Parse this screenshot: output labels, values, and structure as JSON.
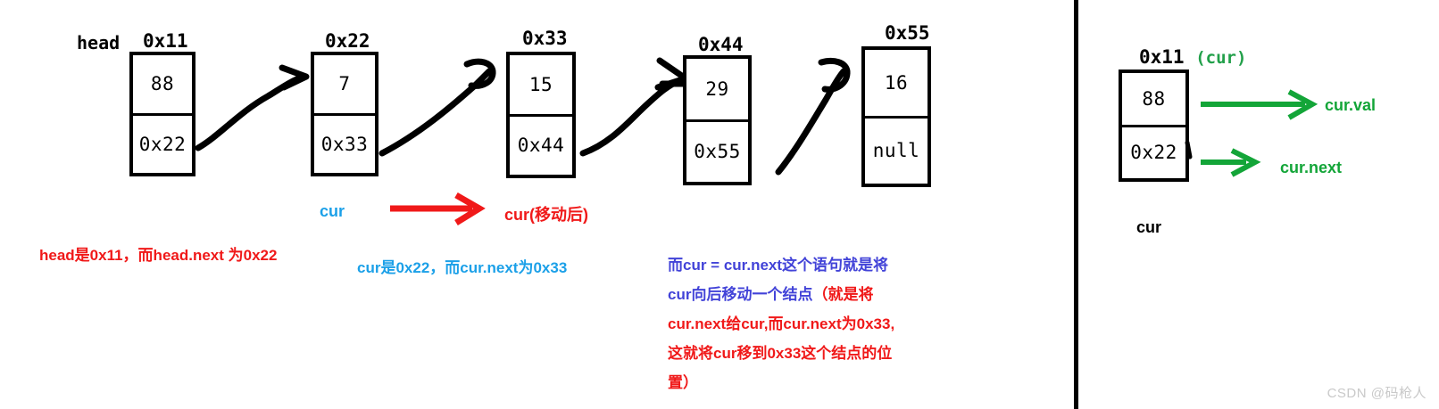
{
  "diagram": {
    "title_hidden": "",
    "left_panel": {
      "head_label": "head",
      "nodes": [
        {
          "address": "0x11",
          "value": "88",
          "next": "0x22"
        },
        {
          "address": "0x22",
          "value": "7",
          "next": "0x33"
        },
        {
          "address": "0x33",
          "value": "15",
          "next": "0x44"
        },
        {
          "address": "0x44",
          "value": "29",
          "next": "0x55"
        },
        {
          "address": "0x55",
          "value": "16",
          "next": "null"
        }
      ],
      "cur_before_label": "cur",
      "cur_after_label": "cur(移动后)",
      "notes": [
        {
          "text": "head是0x11，而head.next 为0x22",
          "color": "red"
        },
        {
          "text": "cur是0x22，而cur.next为0x33",
          "color": "blue"
        }
      ],
      "explain_block": {
        "line1": "而cur = cur.next这个语句就是将",
        "line2a": "cur向后移动一个结点",
        "line2b": "（就是将",
        "line3": "cur.next给cur,而cur.next为0x33,",
        "line4": "这就将cur移到0x33这个结点的位",
        "line5": "置）"
      }
    },
    "right_panel": {
      "node": {
        "address": "0x11",
        "tag": "(cur)",
        "value": "88",
        "next": "0x22"
      },
      "caption": "cur",
      "labels": [
        {
          "text": "cur.val",
          "color": "green"
        },
        {
          "text": "cur.next",
          "color": "green"
        }
      ]
    },
    "watermark": "CSDN @码枪人"
  },
  "colors": {
    "red": "#f01919",
    "blue": "#1ba0e8",
    "violet": "#4243d8",
    "green": "#13a538",
    "black": "#000000",
    "ink": "#111111"
  }
}
